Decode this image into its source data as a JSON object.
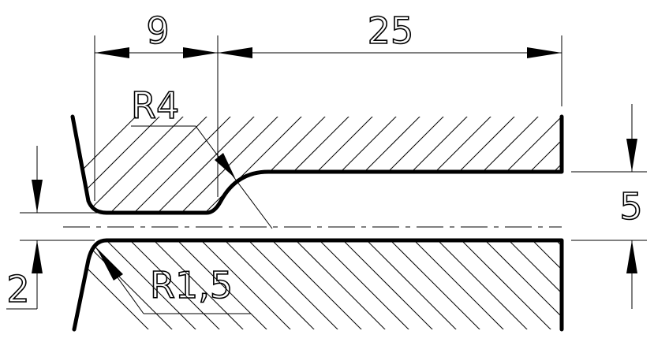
{
  "dimensions": {
    "top_left_length": "9",
    "top_right_length": "25",
    "gap_height": "5",
    "left_offset": "2"
  },
  "radii": {
    "upper_fillet": "R4",
    "lower_fillet": "R1,5"
  }
}
